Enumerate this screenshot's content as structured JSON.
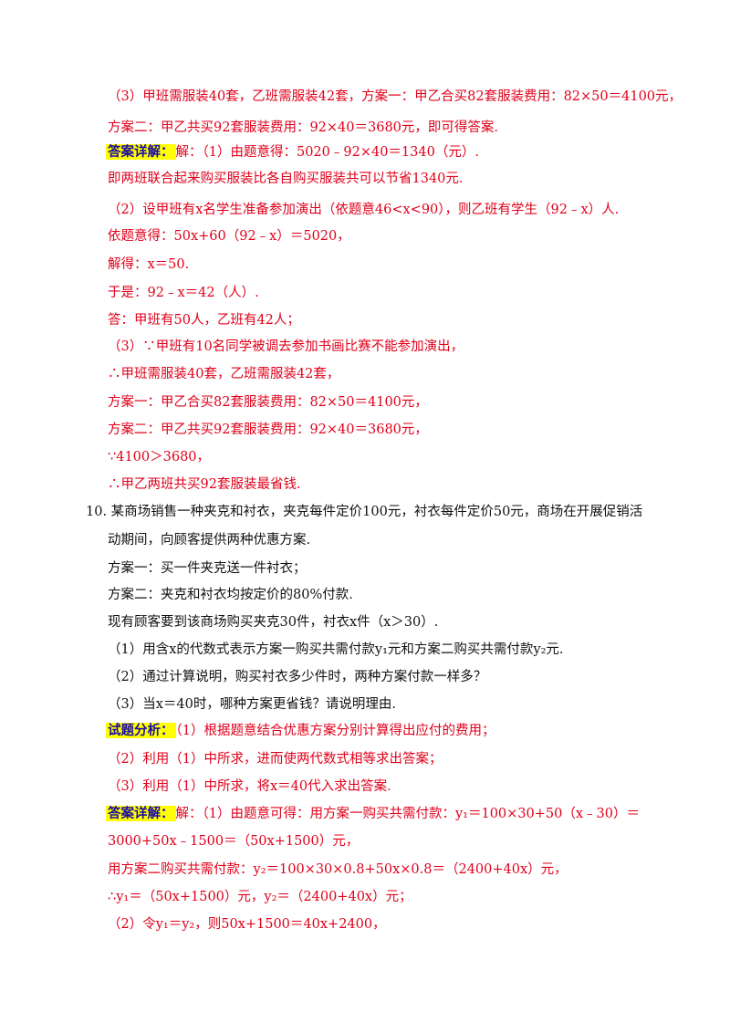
{
  "colors": {
    "answer_text": "#e0001a",
    "question_text": "#111111",
    "highlight_bg": "#ffff00",
    "highlight_text": "#1a0aa8"
  },
  "prev": {
    "l1": "（3）甲班需服装40套，乙班需服装42套，方案一：甲乙合买82套服装费用：82×50＝4100元，",
    "l2": "方案二：甲乙共买92套服装费用：92×40＝3680元，即可得答案.",
    "tag": "答案详解：",
    "l3": "解：（1）由题意得：5020﹣92×40＝1340（元）.",
    "l4": "即两班联合起来购买服装比各自购买服装共可以节省1340元.",
    "l5": "（2）设甲班有x名学生准备参加演出（依题意46<x<90），则乙班有学生（92﹣x）人.",
    "l6": "依题意得：50x+60（92﹣x）＝5020，",
    "l7": "解得：x＝50.",
    "l8": "于是：92﹣x＝42（人）.",
    "l9": "答：甲班有50人，乙班有42人；",
    "l10": "（3）∵甲班有10名同学被调去参加书画比赛不能参加演出，",
    "l11": "∴甲班需服装40套，乙班需服装42套，",
    "l12": "方案一：甲乙合买82套服装费用：82×50＝4100元，",
    "l13": "方案二：甲乙共买92套服装费用：92×40＝3680元，",
    "l14": "∵4100＞3680，",
    "l15": "∴甲乙两班共买92套服装最省钱."
  },
  "q10": {
    "num": "10.",
    "l1": "某商场销售一种夹克和衬衣，夹克每件定价100元，衬衣每件定价50元，商场在开展促销活",
    "l2": "动期间，向顾客提供两种优惠方案.",
    "l3": "方案一：买一件夹克送一件衬衣；",
    "l4": "方案二：夹克和衬衣均按定价的80%付款.",
    "l5": "现有顾客要到该商场购买夹克30件，衬衣x件（x＞30）.",
    "l6": "（1）用含x的代数式表示方案一购买共需付款y₁元和方案二购买共需付款y₂元.",
    "l7": "（2）通过计算说明，购买衬衣多少件时，两种方案付款一样多？",
    "l8": "（3）当x＝40时，哪种方案更省钱？请说明理由.",
    "analysis_tag": "试题分析：",
    "a1": "（1）根据题意结合优惠方案分别计算得出应付的费用；",
    "a2": "（2）利用（1）中所求，进而使两代数式相等求出答案；",
    "a3": "（3）利用（1）中所求，将x＝40代入求出答案.",
    "answer_tag": "答案详解：",
    "s1": "解：（1）由题意可得：用方案一购买共需付款：y₁＝100×30+50（x﹣30）＝",
    "s2": "3000+50x﹣1500＝（50x+1500）元，",
    "s3": "用方案二购买共需付款：y₂＝100×30×0.8+50x×0.8＝（2400+40x）元，",
    "s4": "∴y₁＝（50x+1500）元，y₂＝（2400+40x）元；",
    "s5": "（2）令y₁＝y₂，则50x+1500＝40x+2400，"
  }
}
